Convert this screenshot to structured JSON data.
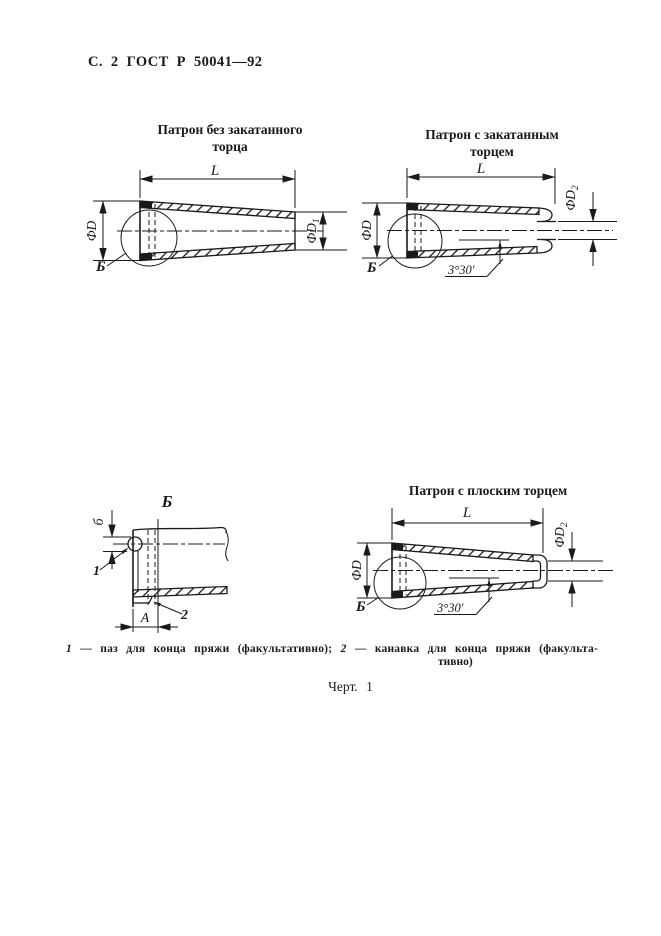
{
  "page": {
    "header": "С. 2 ГОСТ Р 50041—92",
    "figure_label": "Черт. 1"
  },
  "drawing1": {
    "title_line1": "Патрон без закатанного",
    "title_line2": "торца",
    "labels": {
      "length": "L",
      "diameter_left": "ФD",
      "diameter_right_base": "ФD",
      "diameter_right_sub": "1",
      "detail": "Б"
    }
  },
  "drawing2": {
    "title_line1": "Патрон с закатанным",
    "title_line2": "торцем",
    "labels": {
      "length": "L",
      "diameter_left": "ФD",
      "diameter_right_base": "ФD",
      "diameter_right_sub": "2",
      "detail": "Б",
      "angle": "3°30'"
    }
  },
  "detail_view": {
    "title": "Б",
    "labels": {
      "depth": "б",
      "ref_groove": "1",
      "ref_channel": "2",
      "width": "А"
    }
  },
  "drawing3": {
    "title": "Патрон с плоским торцем",
    "labels": {
      "length": "L",
      "diameter_left": "ФD",
      "diameter_right_base": "ФD",
      "diameter_right_sub": "2",
      "detail": "Б",
      "angle": "3°30'"
    }
  },
  "caption": {
    "item1_num": "1",
    "item1_text": "— паз для конца пряжи (факультативно);",
    "item2_num": "2",
    "item2_text": "— канавка для конца пряжи (факульта-",
    "continuation": "тивно)"
  }
}
